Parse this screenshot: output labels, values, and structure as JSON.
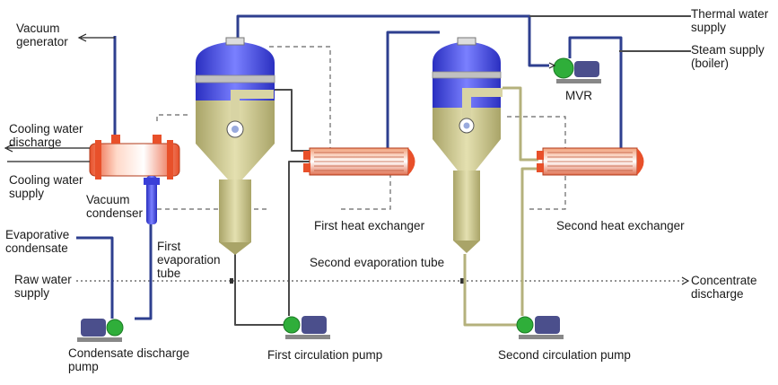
{
  "labels": {
    "vacuum_generator": [
      "Vacuum",
      "generator"
    ],
    "cooling_water_discharge": [
      "Cooling water",
      "discharge"
    ],
    "cooling_water_supply": [
      "Cooling water",
      "supply"
    ],
    "vacuum_condenser": [
      "Vacuum",
      "condenser"
    ],
    "evaporative_condensate": [
      "Evaporative",
      "condensate"
    ],
    "first_evaporation_tube": [
      "First",
      "evaporation",
      "tube"
    ],
    "raw_water_supply": [
      "Raw water",
      "supply"
    ],
    "condensate_discharge_pump": [
      "Condensate discharge",
      "pump"
    ],
    "first_circulation_pump": "First circulation pump",
    "first_heat_exchanger": "First heat exchanger",
    "second_evaporation_tube": "Second evaporation tube",
    "second_heat_exchanger": "Second heat exchanger",
    "second_circulation_pump": "Second circulation pump",
    "thermal_water_supply": [
      "Thermal water",
      "supply"
    ],
    "steam_supply": [
      "Steam supply",
      "(boiler)"
    ],
    "mvr": "MVR",
    "concentrate_discharge": [
      "Concentrate",
      "discharge"
    ]
  },
  "colors": {
    "vessel_blue": "#3a3fd8",
    "vessel_tan": "#c9c48a",
    "pipe_blue": "#2e3f8f",
    "pipe_tan": "#b4b17c",
    "exchanger_red": "#e8502a",
    "pump_green": "#2fae3a",
    "motor_purple": "#4b4f8c"
  }
}
